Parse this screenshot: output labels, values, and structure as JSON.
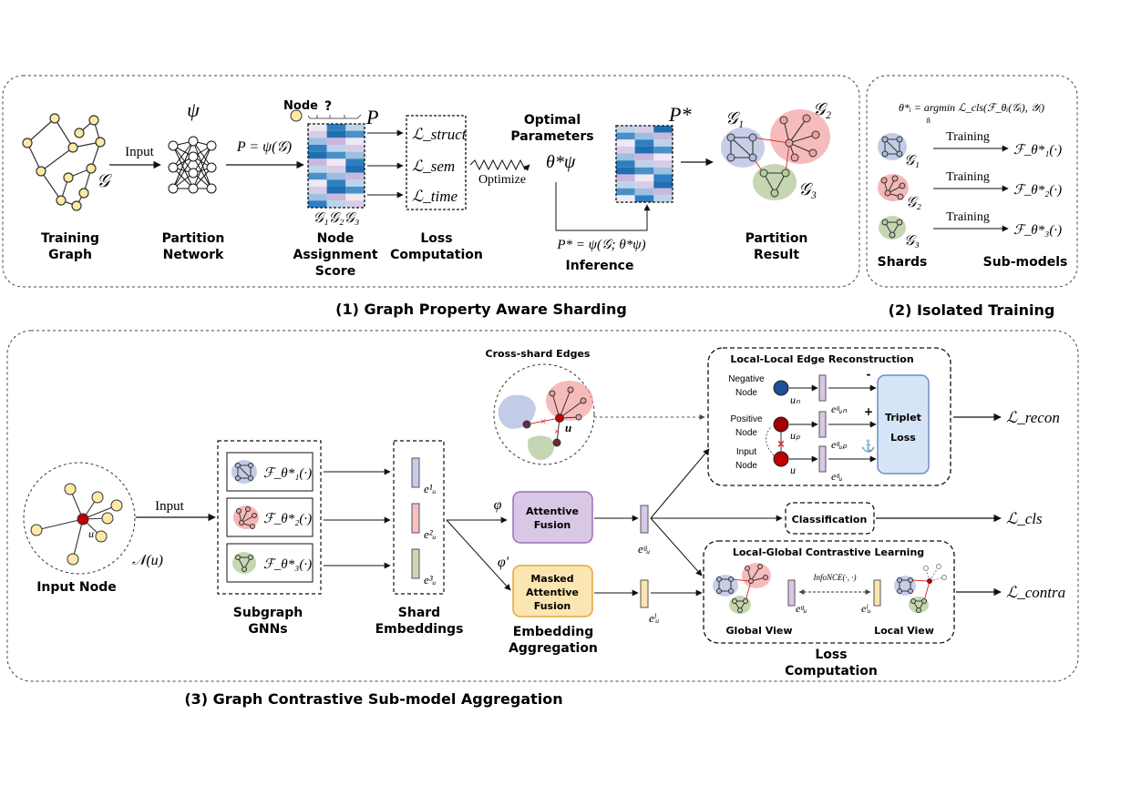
{
  "panel1": {
    "caption": "(1) Graph Property Aware Sharding",
    "training_graph": {
      "label_line1": "Training",
      "label_line2": "Graph",
      "symbol": "𝒢"
    },
    "input_arrow": "Input",
    "psi_symbol": "ψ",
    "partition_network": {
      "label_line1": "Partition",
      "label_line2": "Network"
    },
    "partition_formula": "P = ψ(𝒢)",
    "node_label": "Node",
    "question": "?",
    "P_symbol": "P",
    "node_assignment": {
      "line1": "Node",
      "line2": "Assignment",
      "line3": "Score",
      "columns": "𝒢₁𝒢₂𝒢₃"
    },
    "losses": [
      "ℒ_struct",
      "ℒ_sem",
      "ℒ_time"
    ],
    "loss_computation": {
      "line1": "Loss",
      "line2": "Computation"
    },
    "optimize": "Optimize",
    "optimal_parameters": {
      "line1": "Optimal",
      "line2": "Parameters",
      "symbol": "θ*ψ"
    },
    "P_star": "P*",
    "inference_formula": "P* = ψ(𝒢; θ*ψ)",
    "inference_label": "Inference",
    "partition_result": {
      "line1": "Partition",
      "line2": "Result",
      "g1": "𝒢₁",
      "g2": "𝒢₂",
      "g3": "𝒢₃"
    }
  },
  "panel2": {
    "caption": "(2) Isolated Training",
    "formula": "θ*ᵢ = argmin ℒ_cls(ℱ_θᵢ(𝒢ᵢ), 𝒴ᵢ)",
    "formula_sub": "θᵢ",
    "rows": [
      {
        "shard": "𝒢₁",
        "arrow": "Training",
        "model": "ℱ_θ*₁(·)"
      },
      {
        "shard": "𝒢₂",
        "arrow": "Training",
        "model": "ℱ_θ*₂(·)"
      },
      {
        "shard": "𝒢₃",
        "arrow": "Training",
        "model": "ℱ_θ*₃(·)"
      }
    ],
    "shards_label": "Shards",
    "submodels_label": "Sub-models"
  },
  "panel3": {
    "caption": "(3) Graph Contrastive Sub-model Aggregation",
    "input_node": {
      "label": "Input Node",
      "u": "u",
      "neigh": "𝒩(u)"
    },
    "input_arrow": "Input",
    "gnns": [
      "ℱ_θ*₁(·)",
      "ℱ_θ*₂(·)",
      "ℱ_θ*₃(·)"
    ],
    "subgraph_gnns": {
      "line1": "Subgraph",
      "line2": "GNNs"
    },
    "shard_embeddings": {
      "line1": "Shard",
      "line2": "Embeddings",
      "items": [
        "e¹ᵤ",
        "e²ᵤ",
        "e³ᵤ"
      ]
    },
    "cross_shard": {
      "title": "Cross-shard Edges",
      "u": "u"
    },
    "phi": "φ",
    "phi_prime": "φ′",
    "attentive_fusion": {
      "line1": "Attentive",
      "line2": "Fusion"
    },
    "masked_fusion": {
      "line1": "Masked",
      "line2": "Attentive",
      "line3": "Fusion"
    },
    "embedding_aggregation": {
      "line1": "Embedding",
      "line2": "Aggregation"
    },
    "eg": "eᵍᵤ",
    "el": "eˡᵤ",
    "recon": {
      "title": "Local-Local Edge Reconstruction",
      "negative": {
        "line1": "Negative",
        "line2": "Node",
        "sym": "uₙ",
        "emb": "eᵍᵤₙ",
        "sign": "-"
      },
      "positive": {
        "line1": "Positive",
        "line2": "Node",
        "sym": "uₚ",
        "emb": "eᵍᵤₚ",
        "sign": "+"
      },
      "input": {
        "line1": "Input",
        "line2": "Node",
        "sym": "u",
        "emb": "eᵍᵤ",
        "sign": "⚓"
      },
      "triplet": {
        "line1": "Triplet",
        "line2": "Loss"
      }
    },
    "classification": "Classification",
    "contrastive": {
      "title": "Local-Global Contrastive Learning",
      "infonce": "InfoNCE(·, ·)",
      "eg": "eᵍᵤ",
      "el": "eˡᵤ",
      "global_view": "Global View",
      "local_view": "Local View"
    },
    "loss_computation": {
      "line1": "Loss",
      "line2": "Computation"
    },
    "losses": {
      "recon": "ℒ_recon",
      "cls": "ℒ_cls",
      "contra": "ℒ_contra"
    }
  },
  "colors": {
    "blue": "#aebbdd",
    "red": "#f2a0a0",
    "green": "#b8cca0",
    "fusion": "#d9c7e6",
    "masked": "#fbe5b0",
    "triplet": "#d6e4f7"
  }
}
